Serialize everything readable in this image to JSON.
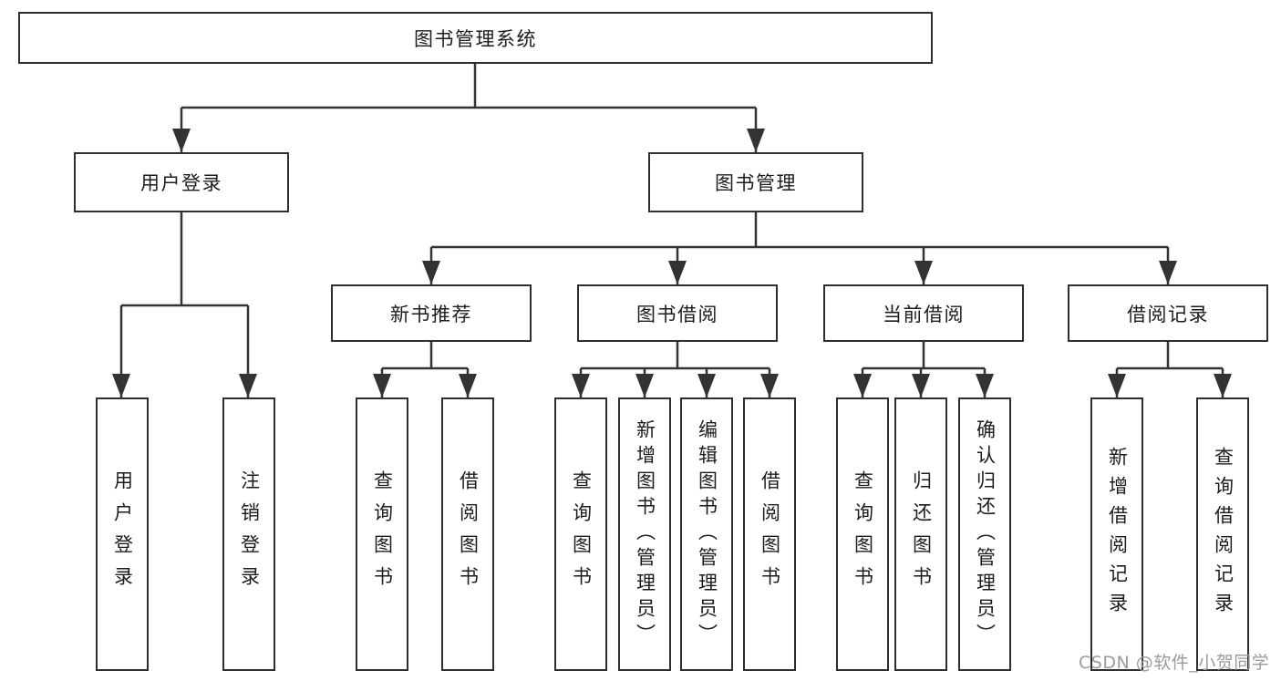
{
  "chart": {
    "root": {
      "label": "图书管理系统"
    },
    "branches": [
      {
        "label": "用户登录",
        "children": [
          {
            "label": "用户登录"
          },
          {
            "label": "注销登录"
          }
        ]
      },
      {
        "label": "图书管理",
        "sections": [
          {
            "label": "新书推荐",
            "children": [
              {
                "label": "查询图书"
              },
              {
                "label": "借阅图书"
              }
            ]
          },
          {
            "label": "图书借阅",
            "children": [
              {
                "label": "查询图书"
              },
              {
                "label": "新增图书（管理员）"
              },
              {
                "label": "编辑图书（管理员）"
              },
              {
                "label": "借阅图书"
              }
            ]
          },
          {
            "label": "当前借阅",
            "children": [
              {
                "label": "查询图书"
              },
              {
                "label": "归还图书"
              },
              {
                "label": "确认归还（管理员）"
              }
            ]
          },
          {
            "label": "借阅记录",
            "children": [
              {
                "label": "新增借阅记录"
              },
              {
                "label": "查询借阅记录"
              }
            ]
          }
        ]
      }
    ]
  },
  "watermark": {
    "text": "CSDN @软件_小贺同学"
  },
  "colors": {
    "line": "#333333",
    "box_border": "#2e2e2e",
    "text": "#1c1c1c",
    "watermark": "#9b9b9b",
    "background": "#ffffff"
  }
}
